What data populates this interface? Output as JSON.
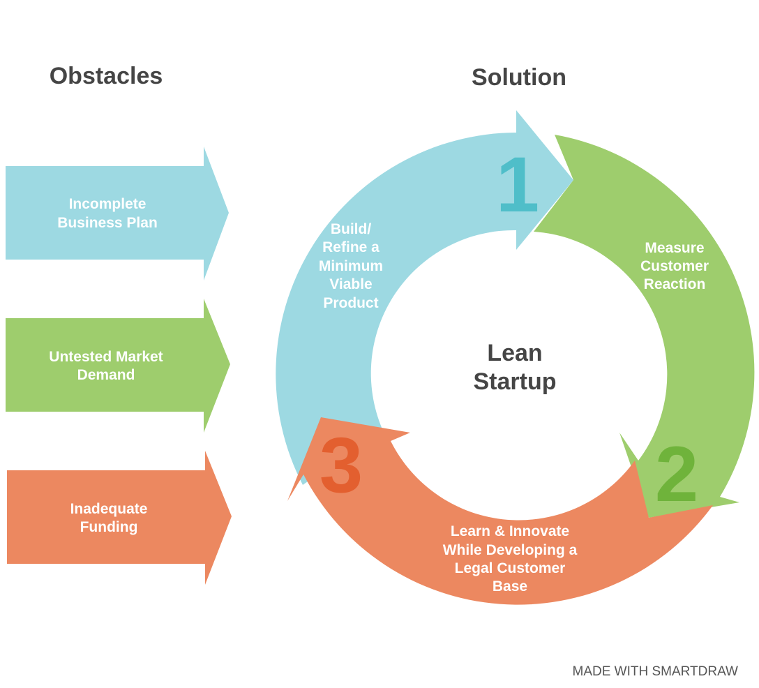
{
  "headings": {
    "obstacles": "Obstacles",
    "solution": "Solution"
  },
  "obstacles": [
    {
      "lines": [
        "Incomplete",
        "Business Plan"
      ],
      "color": "#9dd9e2"
    },
    {
      "lines": [
        "Untested Market",
        "Demand"
      ],
      "color": "#9ecd6d"
    },
    {
      "lines": [
        "Inadequate",
        "Funding"
      ],
      "color": "#ec8860"
    }
  ],
  "cycle": {
    "center": [
      "Lean",
      "Startup"
    ],
    "steps": [
      {
        "number": "1",
        "lines": [
          "Build/",
          "Refine a",
          "Minimum",
          "Viable",
          "Product"
        ],
        "color": "#9dd9e2",
        "number_color": "#4fbec9"
      },
      {
        "number": "2",
        "lines": [
          "Measure",
          "Customer",
          "Reaction"
        ],
        "color": "#9ecd6d",
        "number_color": "#6fb33b"
      },
      {
        "number": "3",
        "lines": [
          "Learn & Innovate",
          "While Developing a",
          "Legal Customer",
          "Base"
        ],
        "color": "#ec8860",
        "number_color": "#e35f2f"
      }
    ]
  },
  "footer": {
    "credit": "MADE WITH SMARTDRAW"
  }
}
